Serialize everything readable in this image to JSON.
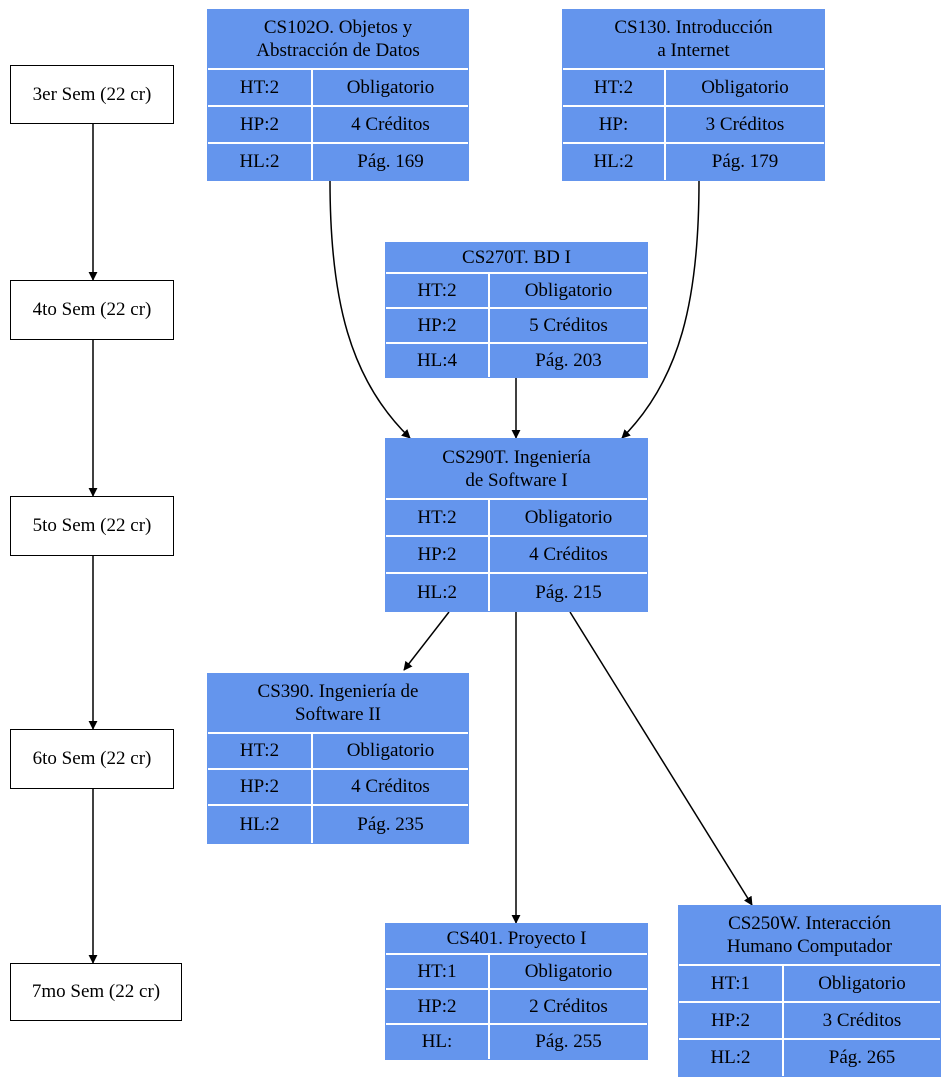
{
  "semesters": [
    {
      "label": "3er Sem (22 cr)"
    },
    {
      "label": "4to Sem (22 cr)"
    },
    {
      "label": "5to Sem (22 cr)"
    },
    {
      "label": "6to Sem (22 cr)"
    },
    {
      "label": "7mo Sem (22 cr)"
    }
  ],
  "courses": {
    "cs102o": {
      "title1": "CS102O. Objetos y",
      "title2": "Abstracción de Datos",
      "ht": "HT:2",
      "hp": "HP:2",
      "hl": "HL:2",
      "type": "Obligatorio",
      "credits": "4 Créditos",
      "page": "Pág. 169"
    },
    "cs130": {
      "title1": "CS130. Introducción",
      "title2": "a Internet",
      "ht": "HT:2",
      "hp": "HP:",
      "hl": "HL:2",
      "type": "Obligatorio",
      "credits": "3 Créditos",
      "page": "Pág. 179"
    },
    "cs270t": {
      "title1": "CS270T. BD I",
      "title2": "",
      "ht": "HT:2",
      "hp": "HP:2",
      "hl": "HL:4",
      "type": "Obligatorio",
      "credits": "5 Créditos",
      "page": "Pág. 203"
    },
    "cs290t": {
      "title1": "CS290T. Ingeniería",
      "title2": "de Software I",
      "ht": "HT:2",
      "hp": "HP:2",
      "hl": "HL:2",
      "type": "Obligatorio",
      "credits": "4 Créditos",
      "page": "Pág. 215"
    },
    "cs390": {
      "title1": "CS390. Ingeniería de",
      "title2": "Software II",
      "ht": "HT:2",
      "hp": "HP:2",
      "hl": "HL:2",
      "type": "Obligatorio",
      "credits": "4 Créditos",
      "page": "Pág. 235"
    },
    "cs401": {
      "title1": "CS401. Proyecto I",
      "title2": "",
      "ht": "HT:1",
      "hp": "HP:2",
      "hl": "HL:",
      "type": "Obligatorio",
      "credits": "2 Créditos",
      "page": "Pág. 255"
    },
    "cs250w": {
      "title1": "CS250W. Interacción",
      "title2": "Humano Computador",
      "ht": "HT:1",
      "hp": "HP:2",
      "hl": "HL:2",
      "type": "Obligatorio",
      "credits": "3 Créditos",
      "page": "Pág. 265"
    }
  },
  "colors": {
    "course_fill": "#6495ed",
    "edge": "#000000"
  }
}
